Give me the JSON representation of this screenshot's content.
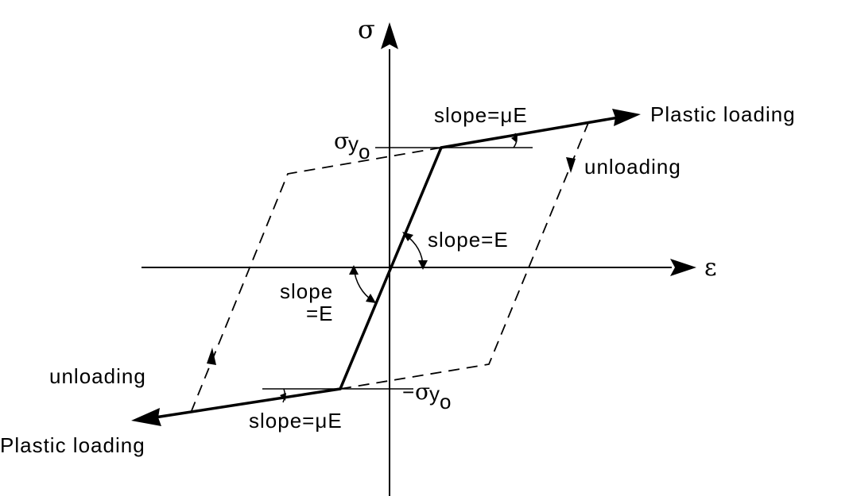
{
  "axes": {
    "stress_symbol": "σ",
    "strain_symbol": "ε"
  },
  "labels": {
    "plastic_loading_upper": "Plastic loading",
    "plastic_loading_lower": "Plastic loading",
    "unloading_upper": "unloading",
    "unloading_lower": "unloading",
    "slope_mu_e_upper": "slope=μE",
    "slope_mu_e_lower": "slope=μE",
    "slope_e_upper": "slope=E",
    "slope_e_lower_line1": "slope",
    "slope_e_lower_line2": "=E",
    "yield_positive_symbol": "σ",
    "yield_positive_sub": "y",
    "yield_positive_subsub": "o",
    "yield_negative_prefix": "−",
    "yield_negative_symbol": "σ",
    "yield_negative_sub": "y",
    "yield_negative_subsub": "o"
  },
  "colors": {
    "ink": "#000000",
    "background": "#ffffff"
  }
}
